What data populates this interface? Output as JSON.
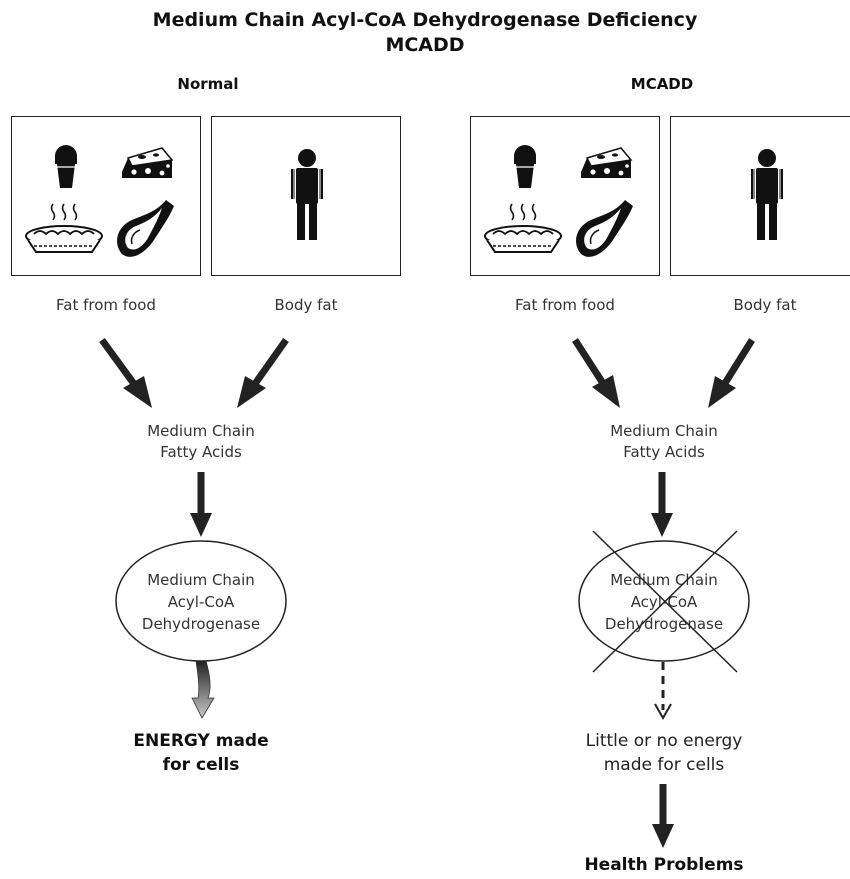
{
  "title": {
    "line1": "Medium Chain Acyl-CoA Dehydrogenase Deficiency",
    "line2": "MCADD"
  },
  "panels": {
    "normal": {
      "heading": "Normal",
      "fat_food_label": "Fat from food",
      "body_fat_label": "Body fat",
      "fatty_acids": [
        "Medium Chain",
        "Fatty Acids"
      ],
      "enzyme": [
        "Medium Chain",
        "Acyl-CoA",
        "Dehydrogenase"
      ],
      "result": [
        "ENERGY made",
        "for cells"
      ]
    },
    "mcadd": {
      "heading": "MCADD",
      "fat_food_label": "Fat from food",
      "body_fat_label": "Body fat",
      "fatty_acids": [
        "Medium Chain",
        "Fatty Acids"
      ],
      "enzyme": [
        "Medium Chain",
        "Acyl-CoA",
        "Dehydrogenase"
      ],
      "result": [
        "Little or no energy",
        "made for cells"
      ],
      "outcome": "Health Problems"
    }
  },
  "icons": [
    "ice-cream-icon",
    "cheese-icon",
    "pie-icon",
    "meat-icon",
    "person-icon"
  ],
  "colors": {
    "ink": "#222222",
    "energy_arrow_top": "#222222",
    "energy_arrow_bottom": "#bbbbbb"
  }
}
